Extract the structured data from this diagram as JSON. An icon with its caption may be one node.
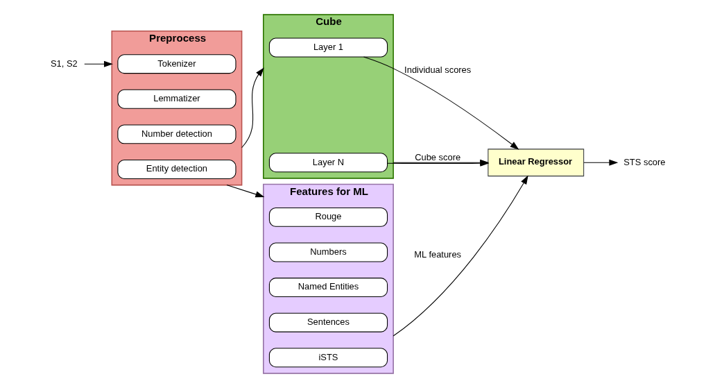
{
  "diagram": {
    "nodes": [
      {
        "text": [
          "S1, S2"
        ]
      },
      {
        "text": [
          "Preprocess"
        ]
      },
      {
        "text": [
          "Tokenizer"
        ],
        "in": 1
      },
      {
        "text": [
          "Lemmatizer"
        ],
        "in": 1
      },
      {
        "text": [
          "Number detection"
        ],
        "in": 1
      },
      {
        "text": [
          "Entity detection"
        ],
        "in": 1
      },
      {
        "text": [
          "Cube"
        ]
      },
      {
        "text": [
          "Layer 1"
        ],
        "in": 6
      },
      {
        "text": [
          "Layer N"
        ],
        "in": 6
      },
      {
        "text": [
          "Features for ML"
        ]
      },
      {
        "text": [
          "Rouge"
        ],
        "in": 9
      },
      {
        "text": [
          "Numbers"
        ],
        "in": 9
      },
      {
        "text": [
          "Named Entities"
        ],
        "in": 9
      },
      {
        "text": [
          "Sentences"
        ],
        "in": 9
      },
      {
        "text": [
          "iSTS"
        ],
        "in": 9
      },
      {
        "text": [
          "Linear Regressor"
        ]
      },
      {
        "text": [
          "STS score"
        ]
      }
    ],
    "edges": [
      {
        "from": 0,
        "to": 1,
        "arrow": "to"
      },
      {
        "from": 1,
        "to": 6,
        "arrow": "to"
      },
      {
        "from": 1,
        "to": 9,
        "arrow": "to"
      },
      {
        "from": 6,
        "to": 15,
        "arrow": "to",
        "label": "Cube score"
      },
      {
        "from": 7,
        "to": 15,
        "arrow": "to",
        "label": "Individual scores"
      },
      {
        "from": 8,
        "to": 15,
        "arrow": "to"
      },
      {
        "from": 9,
        "to": 15,
        "arrow": "to",
        "label": "ML features"
      },
      {
        "from": 15,
        "to": 16,
        "arrow": "to"
      }
    ]
  }
}
